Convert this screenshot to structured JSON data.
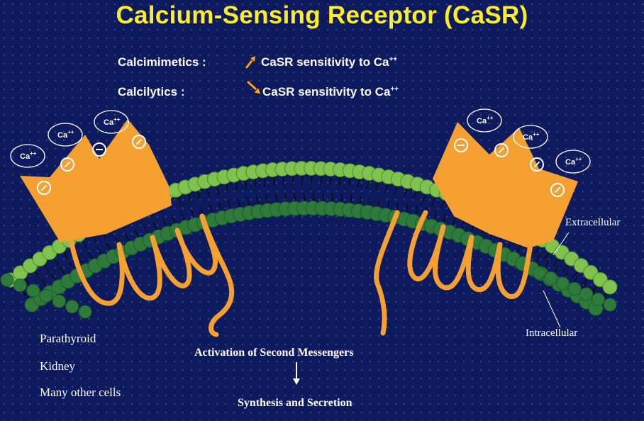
{
  "title": "Calcium-Sensing Receptor (CaSR)",
  "calcimimetics": {
    "label": "Calcimimetics :",
    "text": "CaSR sensitivity to Ca",
    "superscript": "++",
    "arrow_icon": "arrow-up-right-icon"
  },
  "calcilytics": {
    "label": "Calcilytics :",
    "text": "CaSR sensitivity to Ca",
    "superscript": "++",
    "arrow_icon": "arrow-down-right-icon"
  },
  "ion_label": "Ca",
  "ion_charge": "++",
  "labels": {
    "extracellular": "Extracellular",
    "intracellular": "Intracellular"
  },
  "cell_types": [
    "Parathyroid",
    "Kidney",
    "Many other cells"
  ],
  "pathway": {
    "step1": "Activation of Second Messengers",
    "step2": "Synthesis and Secretion",
    "arrow_icon": "arrow-down-icon"
  },
  "colors": {
    "background": "#0d1a5e",
    "title": "#ffee22",
    "receptor": "#f5a030",
    "lipid_outer": "#7fc24e",
    "lipid_inner": "#2e7a3a",
    "ion_charge_circle": "#ffffff"
  }
}
